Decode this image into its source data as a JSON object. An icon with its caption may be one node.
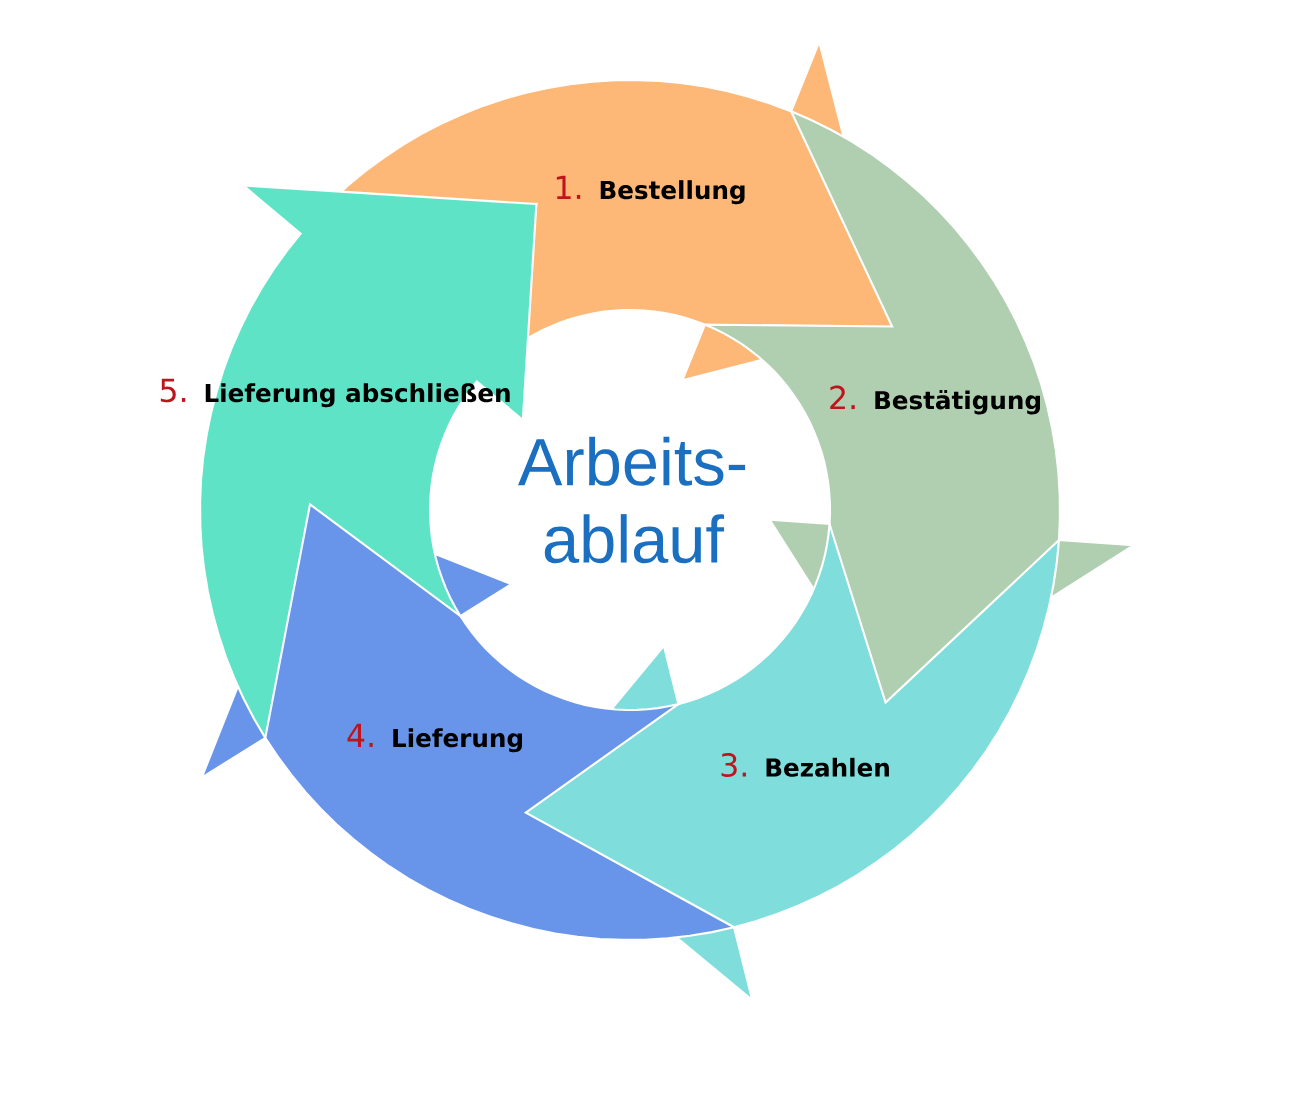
{
  "diagram": {
    "nodes": [
      {
        "text": [
          "1.",
          "Bestellung"
        ]
      },
      {
        "text": [
          "2.",
          "Bestätigung"
        ]
      },
      {
        "text": [
          "3.",
          "Bezahlen"
        ]
      },
      {
        "text": [
          "4.",
          "Lieferung"
        ]
      },
      {
        "text": [
          "5.",
          "Lieferung abschließen"
        ]
      }
    ],
    "labels": [
      "Arbeits- ablauf"
    ]
  }
}
